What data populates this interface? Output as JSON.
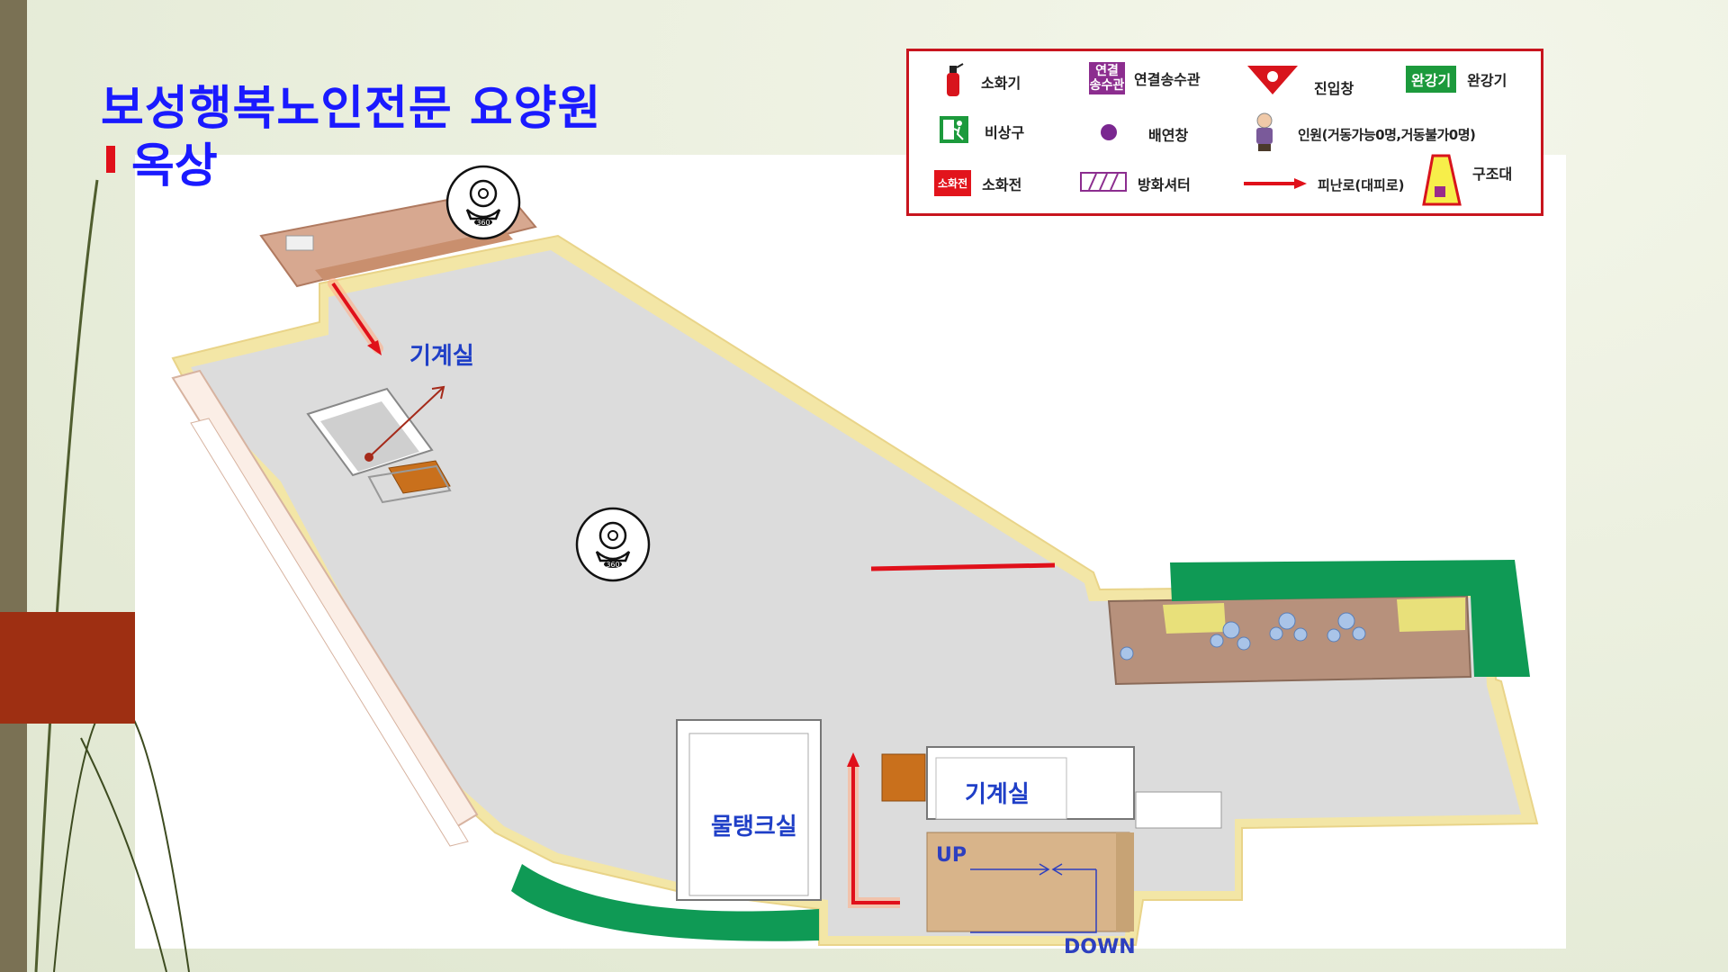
{
  "title": "보성행복노인전문 요양원",
  "subtitle": "옥상",
  "rooms": {
    "machine_room_top": "기계실",
    "machine_room_bottom": "기계실",
    "water_tank_room": "물탱크실"
  },
  "stairs": {
    "up": "UP",
    "down": "DOWN"
  },
  "camera_badge": "360",
  "legend": {
    "fire_extinguisher": "소화기",
    "connection_pipe": "연결송수관",
    "connection_pipe_badge_top": "연결",
    "connection_pipe_badge_bottom": "송수관",
    "entry_window": "진입창",
    "slow_descender": "완강기",
    "slow_descender_badge": "완강기",
    "emergency_exit": "비상구",
    "smoke_vent": "배연창",
    "persons": "인원(거동가능0명,거동불가0명)",
    "hydrant": "소화전",
    "hydrant_badge": "소화전",
    "fire_shutter": "방화셔터",
    "evacuation_route": "피난로(대피로)",
    "rescue_bag": "구조대"
  },
  "colors": {
    "title": "#1a1aff",
    "legend_border": "#c8151e",
    "route_arrow": "#e0101a",
    "floor": "#dcdcdc",
    "wall": "#f3e6a6",
    "green_zone": "#0f9a55"
  }
}
